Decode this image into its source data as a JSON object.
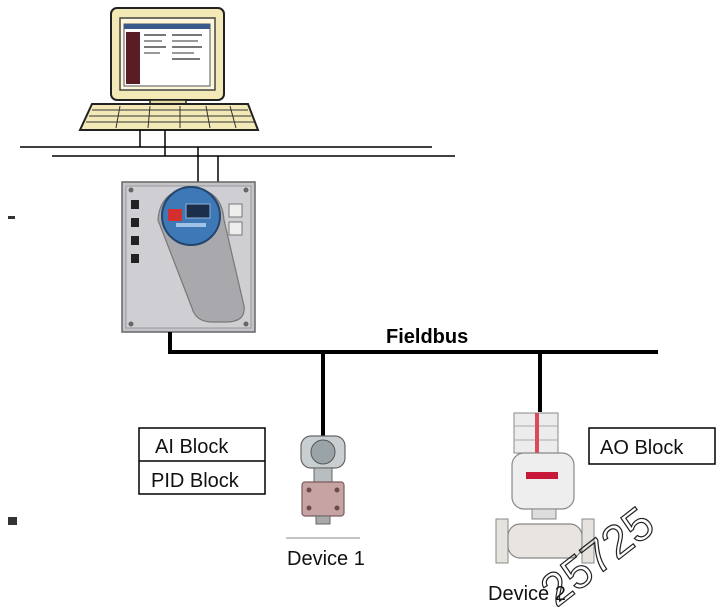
{
  "bus": {
    "label": "Fieldbus"
  },
  "device1": {
    "label": "Device 1",
    "blocks": [
      "AI Block",
      "PID Block"
    ]
  },
  "device2": {
    "label": "Device 2",
    "blocks": [
      "AO Block"
    ]
  },
  "watermark": {
    "text": "25725"
  },
  "colors": {
    "monitor_beige": "#f3e9b6",
    "controller_gray": "#c4c4c8",
    "controller_blue": "#3e78b6",
    "valve_badge": "#c8183a",
    "line": "#000000"
  }
}
